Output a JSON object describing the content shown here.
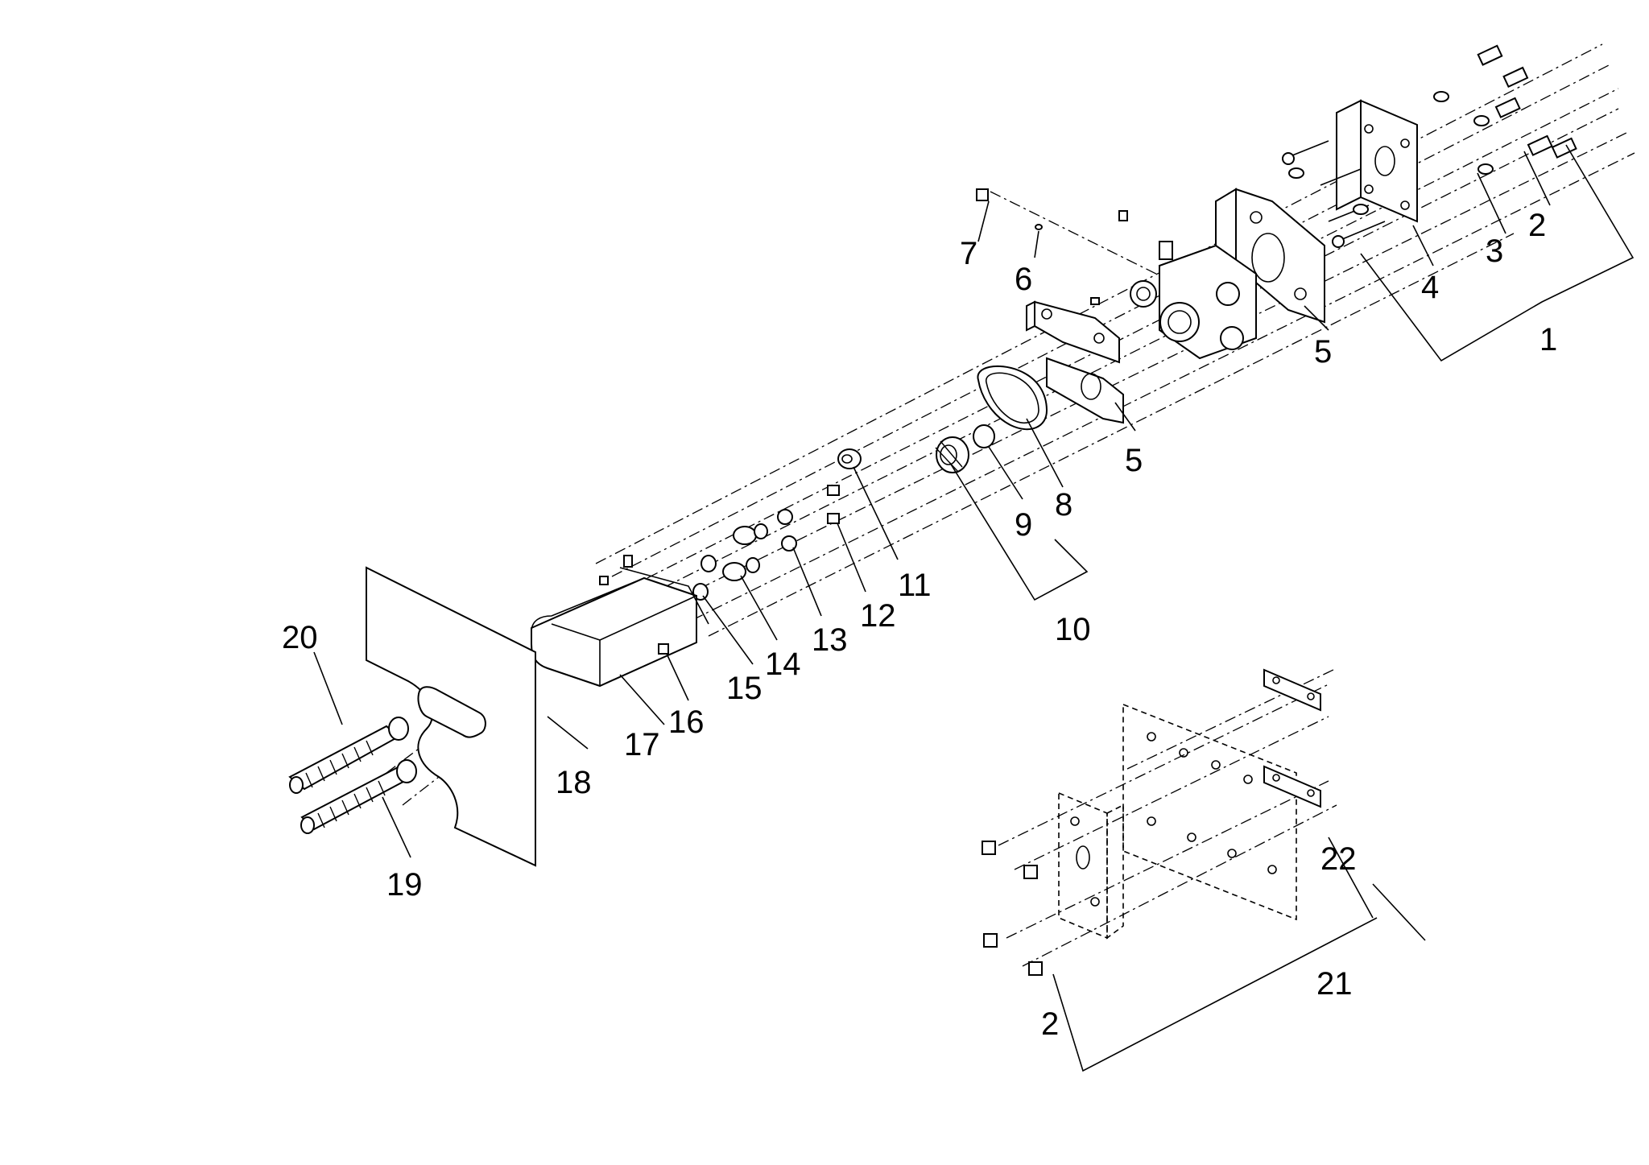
{
  "callouts": {
    "c1": "1",
    "c2a": "2",
    "c2b": "2",
    "c3": "3",
    "c4": "4",
    "c5a": "5",
    "c5b": "5",
    "c6": "6",
    "c7": "7",
    "c8": "8",
    "c9": "9",
    "c10": "10",
    "c11": "11",
    "c12": "12",
    "c13": "13",
    "c14": "14",
    "c15": "15",
    "c16": "16",
    "c17": "17",
    "c18": "18",
    "c19": "19",
    "c20": "20",
    "c21": "21",
    "c22": "22"
  }
}
